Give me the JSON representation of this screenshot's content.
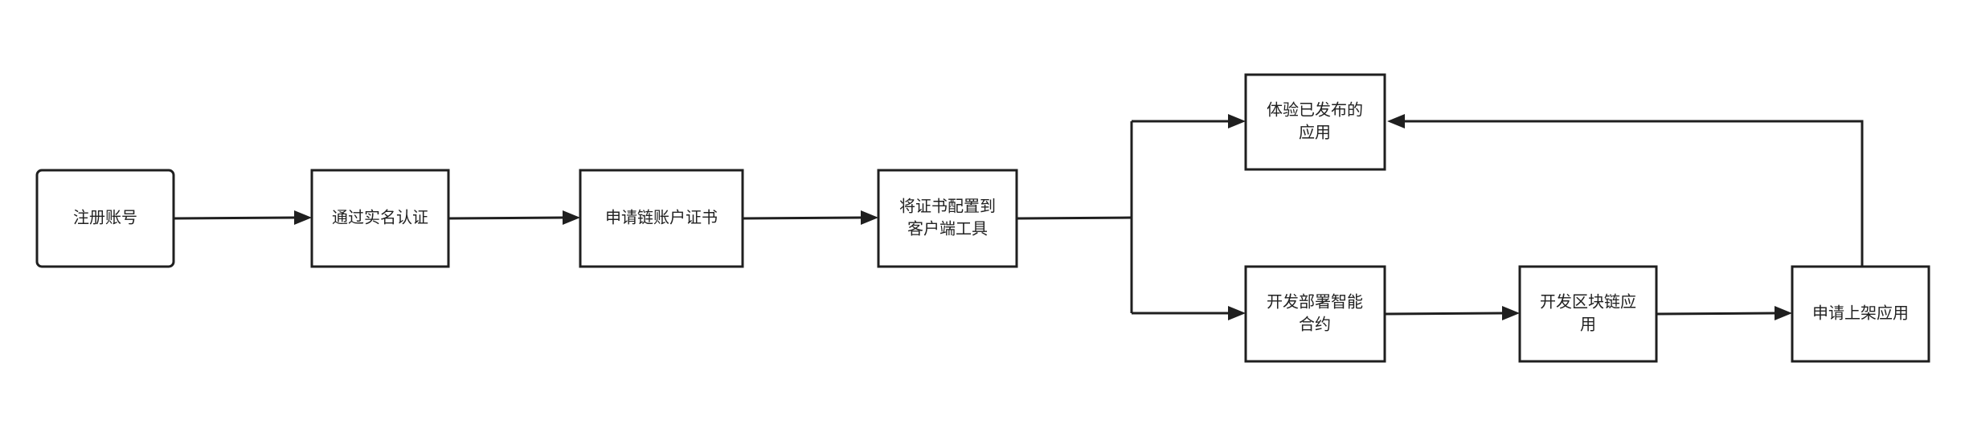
{
  "nodes": {
    "register": {
      "lines": [
        "注册账号"
      ]
    },
    "verify": {
      "lines": [
        "通过实名认证"
      ]
    },
    "apply_cert": {
      "lines": [
        "申请链账户证书"
      ]
    },
    "config_cert": {
      "lines": [
        "将证书配置到",
        "客户端工具"
      ]
    },
    "try_apps": {
      "lines": [
        "体验已发布的",
        "应用"
      ]
    },
    "deploy_contract": {
      "lines": [
        "开发部署智能",
        "合约"
      ]
    },
    "develop_app": {
      "lines": [
        "开发区块链应",
        "用"
      ]
    },
    "publish_app": {
      "lines": [
        "申请上架应用"
      ]
    }
  }
}
